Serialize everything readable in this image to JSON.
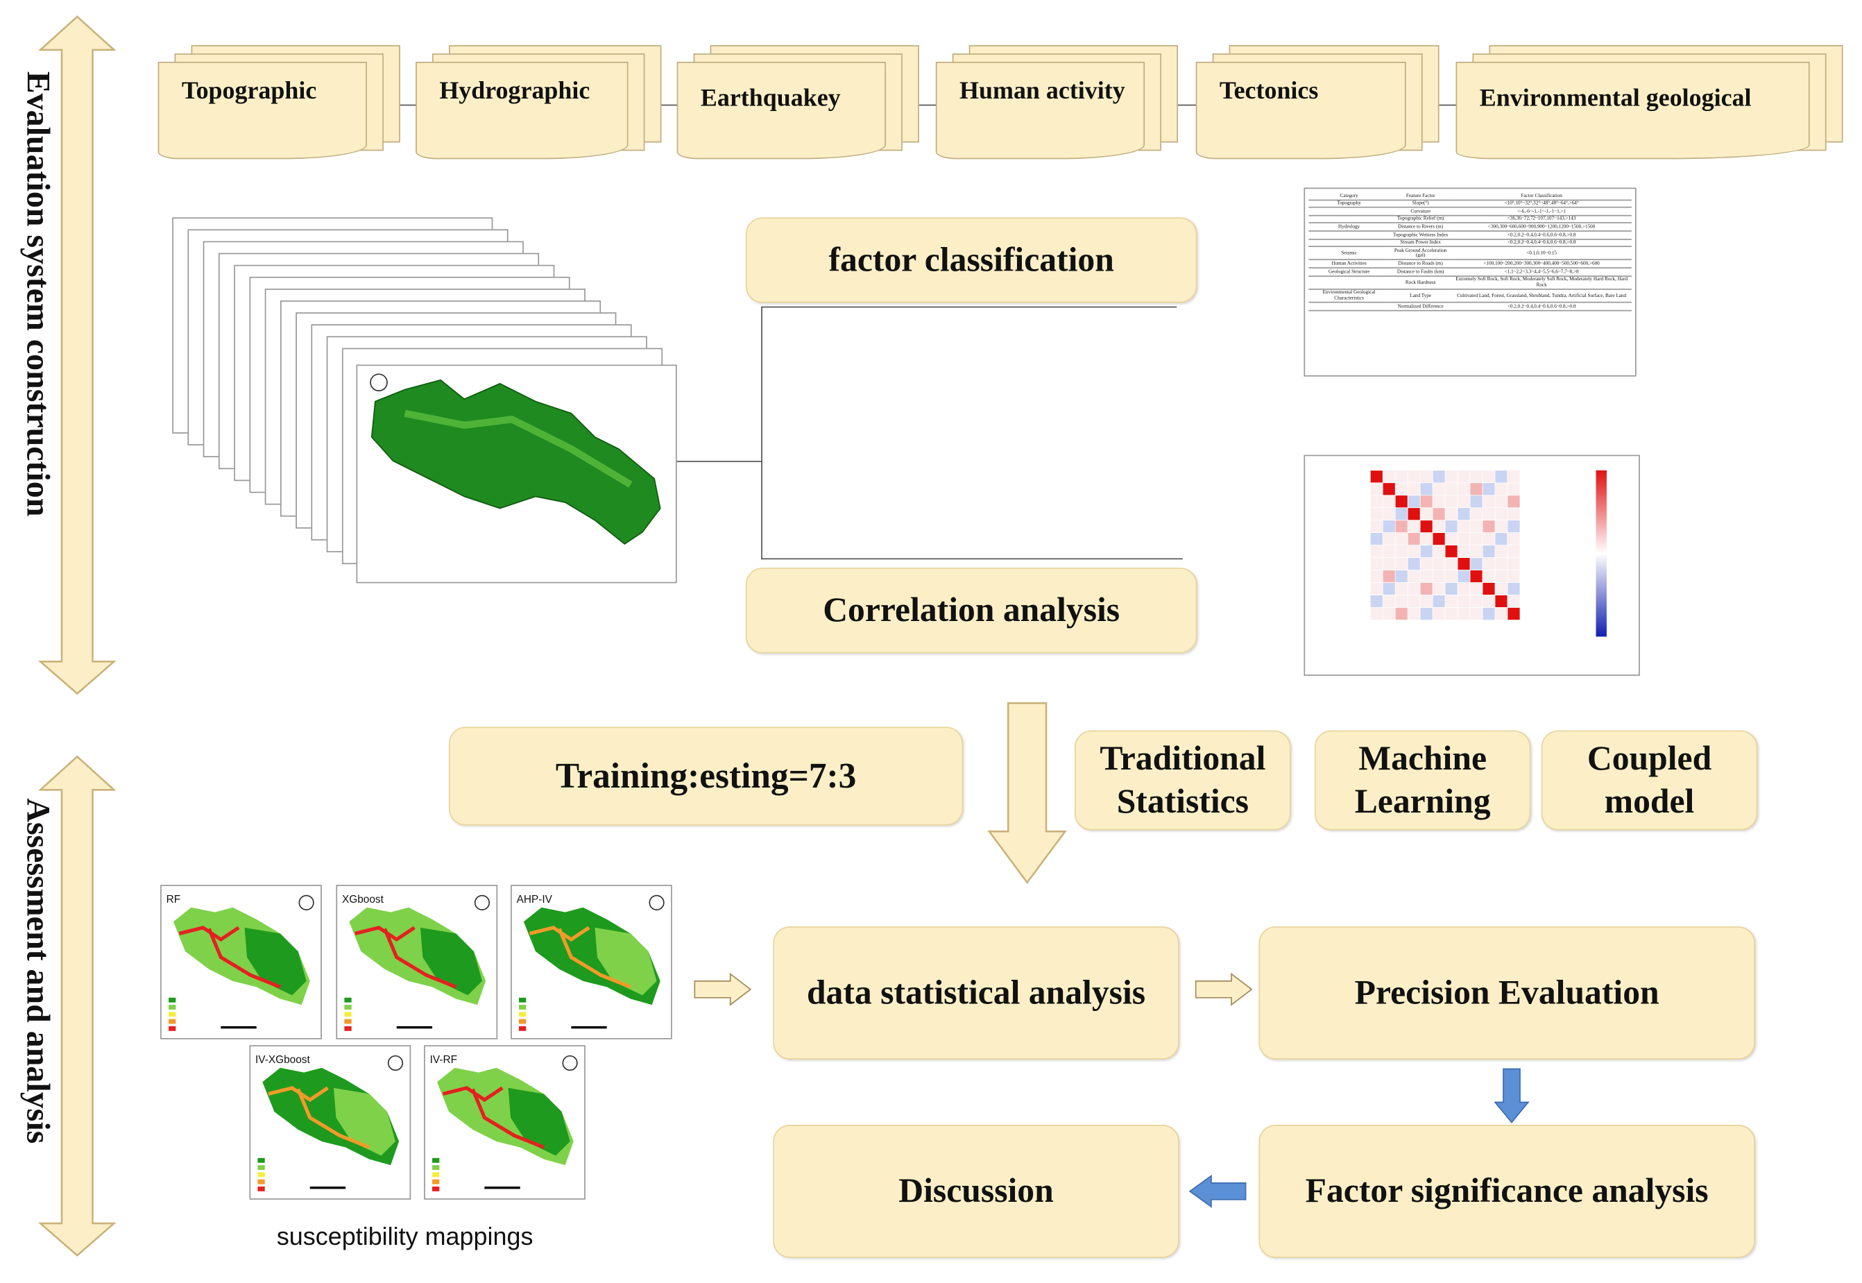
{
  "side_labels": {
    "top": "Evaluation system construction",
    "bottom": "Assessment and analysis"
  },
  "factor_categories": [
    "Topographic",
    "Hydrographic",
    "Earthquakey",
    "Human activity",
    "Tectonics",
    "Environmental geological"
  ],
  "steps": {
    "factor_classification": "factor classification",
    "correlation_analysis": "Correlation analysis",
    "split": "Training:esting=7:3",
    "models": [
      "Traditional Statistics",
      "Machine Learning",
      "Coupled model"
    ],
    "data_statistical_analysis": "data statistical analysis",
    "precision_evaluation": "Precision Evaluation",
    "factor_significance": "Factor significance analysis",
    "discussion": "Discussion"
  },
  "classification_table": {
    "headers": [
      "Category",
      "Feature Factor",
      "Factor Classification"
    ],
    "rows": [
      [
        "Topography",
        "Slope(°)",
        "<10°,10°~32°,32°~48°,48°~64°,>64°"
      ],
      [
        "",
        "Curvature",
        "<-6,-6~-1,-1~-1,-1~1,>1"
      ],
      [
        "",
        "Topographic Relief (m)",
        "<36,36~72,72~107,107~143,>143"
      ],
      [
        "Hydrology",
        "Distance to Rivers (m)",
        "<300,300~600,600~900,900~1200,1200~1500,>1500"
      ],
      [
        "",
        "Topographic Wetness Index",
        "<0.2,0.2~0.4,0.4~0.6,0.6~0.8,>0.8"
      ],
      [
        "",
        "Stream Power Index",
        "<0.2,0.2~0.4,0.4~0.6,0.6~0.8,>0.8"
      ],
      [
        "Seismic",
        "Peak Ground Acceleration (gal)",
        "<0.1,0.10~0.15"
      ],
      [
        "Human Activities",
        "Distance to Roads (m)",
        "<100,100~200,200~300,300~400,400~500,500~600,>600"
      ],
      [
        "Geological Structure",
        "Distance to Faults (km)",
        "<1,1~2,2~3,3~4,4~5,5~6,6~7,7~8,>8"
      ],
      [
        "",
        "Rock Hardness",
        "Extremely Soft Rock, Soft Rock, Moderately Soft Rock, Moderately Hard Rock, Hard Rock"
      ],
      [
        "Environmental Geological Characteristics",
        "Land Type",
        "Cultivated Land, Forest, Grassland, Shrubland, Tundra, Artificial Surface, Bare Land"
      ],
      [
        "",
        "Normalized Difference",
        "<0.2,0.2~0.4,0.4~0.6,0.6~0.8,>0.8"
      ]
    ]
  },
  "susceptibility_maps": {
    "caption": "susceptibility mappings",
    "titles": [
      "RF",
      "XGboost",
      "AHP-IV",
      "IV-XGboost",
      "IV-RF"
    ]
  },
  "colors": {
    "box_fill": "#fcefc7",
    "box_border": "#ead49a",
    "blue_arrow": "#5b8fd6",
    "very_low": "#1e9a1e",
    "low": "#7fd14a",
    "middle": "#f5ee3a",
    "high": "#f39a2a",
    "very_high": "#e52020"
  }
}
